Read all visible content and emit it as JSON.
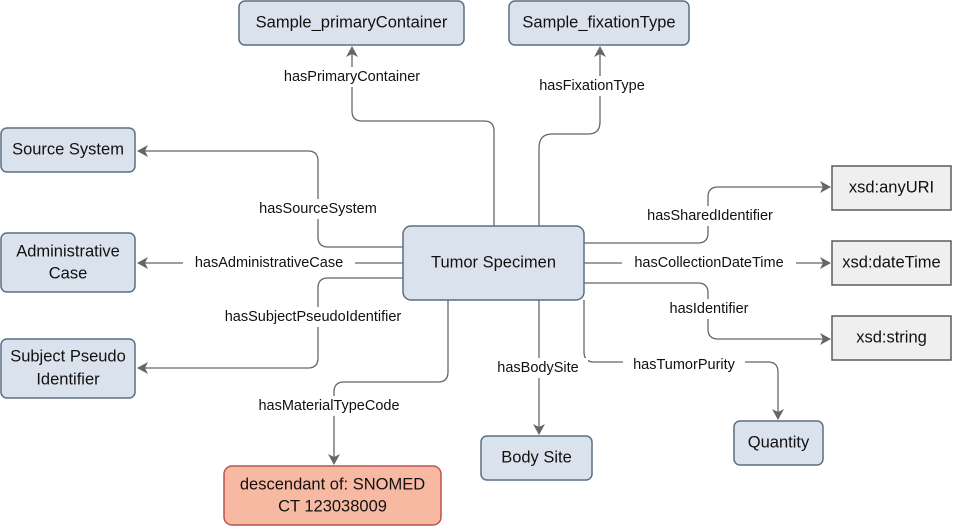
{
  "nodes": {
    "tumor_specimen": "Tumor Specimen",
    "sample_primary_container": "Sample_primaryContainer",
    "sample_fixation_type": "Sample_fixationType",
    "source_system": "Source System",
    "administrative_case": [
      "Administrative",
      "Case"
    ],
    "subject_pseudo_identifier": [
      "Subject Pseudo",
      "Identifier"
    ],
    "descendant_snomed": [
      "descendant of: SNOMED",
      "CT 123038009"
    ],
    "body_site": "Body Site",
    "quantity": "Quantity",
    "xsd_anyuri": "xsd:anyURI",
    "xsd_datetime": "xsd:dateTime",
    "xsd_string": "xsd:string"
  },
  "edges": {
    "has_primary_container": "hasPrimaryContainer",
    "has_fixation_type": "hasFixationType",
    "has_source_system": "hasSourceSystem",
    "has_administrative_case": "hasAdministrativeCase",
    "has_subject_pseudo_identifier": "hasSubjectPseudoIdentifier",
    "has_material_type_code": "hasMaterialTypeCode",
    "has_body_site": "hasBodySite",
    "has_tumor_purity": "hasTumorPurity",
    "has_shared_identifier": "hasSharedIdentifier",
    "has_collection_date_time": "hasCollectionDateTime",
    "has_identifier": "hasIdentifier"
  },
  "colors": {
    "class_fill": "#dae3ed",
    "class_stroke": "#5a6f84",
    "literal_fill": "#efefef",
    "literal_stroke": "#5b5b5b",
    "constraint_fill": "#f8b9a3",
    "constraint_stroke": "#b85450",
    "edge_stroke": "#666666"
  }
}
